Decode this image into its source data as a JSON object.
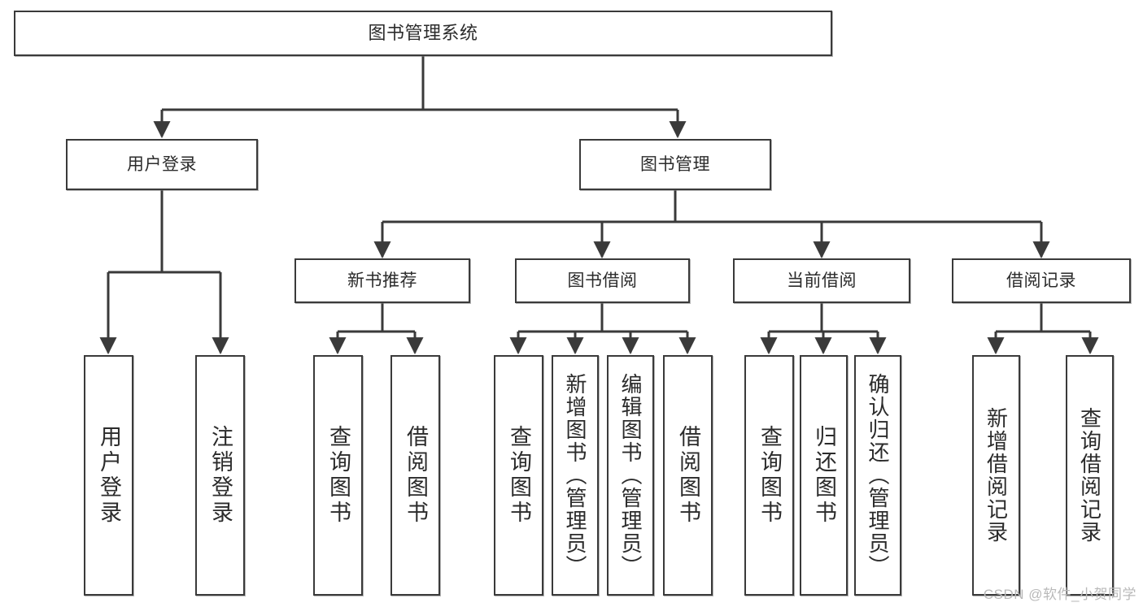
{
  "diagram": {
    "title": "图书管理系统",
    "watermark": "CSDN @软件_小贺同学",
    "line_color": "#3a3a3a",
    "box_fill": "#ffffff",
    "text_color": "#2b2b2b",
    "nodes": {
      "root": "图书管理系统",
      "user_login": "用户登录",
      "book_manage": "图书管理",
      "new_book_rec": "新书推荐",
      "book_borrow": "图书借阅",
      "current_borrow": "当前借阅",
      "borrow_record": "借阅记录",
      "leaf_user_login": "用户登录",
      "leaf_user_logout": "注销登录",
      "leaf_query_book_1": "查询图书",
      "leaf_borrow_book_1": "借阅图书",
      "leaf_query_book_2": "查询图书",
      "leaf_add_book": "新增图书（管理员）",
      "leaf_edit_book": "编辑图书（管理员）",
      "leaf_borrow_book_2": "借阅图书",
      "leaf_query_book_3": "查询图书",
      "leaf_return_book": "归还图书",
      "leaf_confirm_return": "确认归还（管理员）",
      "leaf_add_record": "新增借阅记录",
      "leaf_query_record": "查询借阅记录"
    }
  }
}
